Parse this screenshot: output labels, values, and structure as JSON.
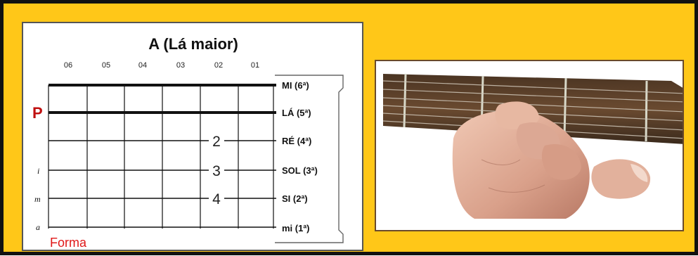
{
  "chord": {
    "title": "A (Lá maior)"
  },
  "fret_headers": [
    "06",
    "05",
    "04",
    "03",
    "02",
    "01"
  ],
  "strings": [
    {
      "name": "MI (6ª)"
    },
    {
      "name": "LÁ (5ª)"
    },
    {
      "name": "RÉ (4ª)"
    },
    {
      "name": "SOL (3ª)"
    },
    {
      "name": "SI (2ª)"
    },
    {
      "name": "mi (1ª)"
    }
  ],
  "finger_numbers": [
    "2",
    "3",
    "4"
  ],
  "right_hand_markers": [
    "P",
    "i",
    "m",
    "a"
  ],
  "forma_label": "Forma",
  "colors": {
    "background": "#ffc718",
    "marker_red": "#c01010",
    "forma_red": "#e01818",
    "line": "#111111"
  },
  "icons": [
    "guitar-chord-hand-photo"
  ]
}
